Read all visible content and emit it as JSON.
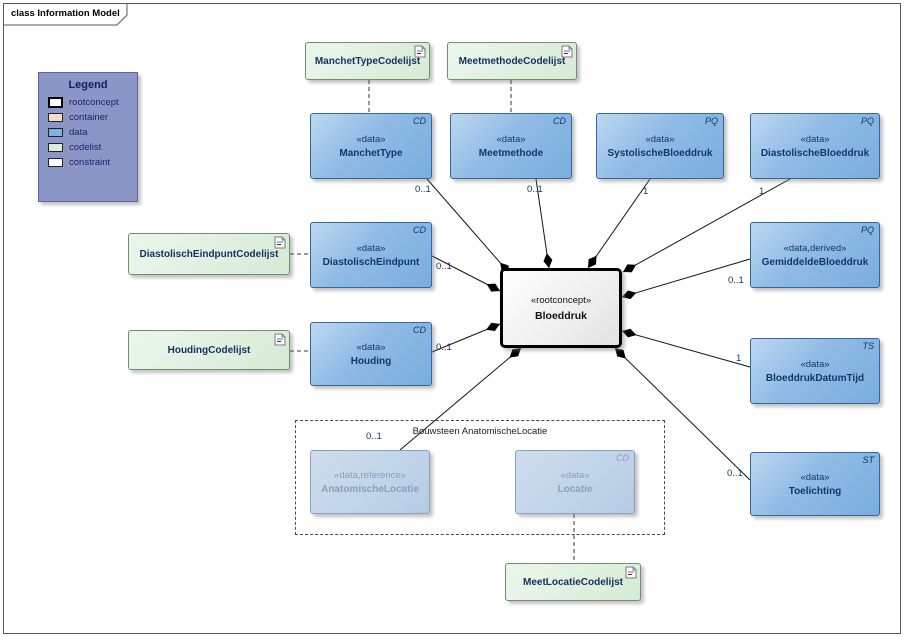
{
  "frame": {
    "title": "class Information Model"
  },
  "legend": {
    "title": "Legend",
    "items": [
      {
        "label": "rootconcept",
        "color": "#ffffff"
      },
      {
        "label": "container",
        "color": "#f2dfc8"
      },
      {
        "label": "data",
        "color": "#7fb2e0"
      },
      {
        "label": "codelist",
        "color": "#d8ecd8"
      },
      {
        "label": "constraint",
        "color": "#fdfdfd"
      }
    ]
  },
  "root_concept": {
    "stereotype": "«rootconcept»",
    "name": "Bloeddruk"
  },
  "nodes": {
    "manchettype": {
      "stereotype": "«data»",
      "name": "ManchetType",
      "type": "CD"
    },
    "meetmethode": {
      "stereotype": "«data»",
      "name": "Meetmethode",
      "type": "CD"
    },
    "systolischebloeddruk": {
      "stereotype": "«data»",
      "name": "SystolischeBloeddruk",
      "type": "PQ"
    },
    "diastolischebloeddruk": {
      "stereotype": "«data»",
      "name": "DiastolischeBloeddruk",
      "type": "PQ"
    },
    "diastolischeindpunt": {
      "stereotype": "«data»",
      "name": "DiastolischEindpunt",
      "type": "CD"
    },
    "gemiddeldebloeddruk": {
      "stereotype": "«data,derived»",
      "name": "GemiddeldeBloeddruk",
      "type": "PQ"
    },
    "houding": {
      "stereotype": "«data»",
      "name": "Houding",
      "type": "CD"
    },
    "bloeddrukdatumtijd": {
      "stereotype": "«data»",
      "name": "BloeddrukDatumTijd",
      "type": "TS"
    },
    "toelichting": {
      "stereotype": "«data»",
      "name": "Toelichting",
      "type": "ST"
    },
    "anatomischelocatie": {
      "stereotype": "«data,reference»",
      "name": "AnatomischeLocatie",
      "type": ""
    },
    "locatie": {
      "stereotype": "«data»",
      "name": "Locatie",
      "type": "CD"
    }
  },
  "codelists": {
    "manchettype": {
      "name": "ManchetTypeCodelijst"
    },
    "meetmethode": {
      "name": "MeetmethodeCodelijst"
    },
    "diastolischeindpunt": {
      "name": "DiastolischEindpuntCodelijst"
    },
    "houding": {
      "name": "HoudingCodelijst"
    },
    "meetlocatie": {
      "name": "MeetLocatieCodelijst"
    }
  },
  "container_box": {
    "label": "Bouwsteen AnatomischeLocatie"
  },
  "multiplicities": {
    "manchettype": "0..1",
    "meetmethode": "0..1",
    "systolischebloeddruk": "1",
    "diastolischebloeddruk": "1",
    "diastolischeindpunt": "0..1",
    "gemiddeldebloeddruk": "0..1",
    "houding": "0..1",
    "bloeddrukdatumtijd": "1",
    "toelichting": "0..1",
    "anatomischelocatie": "0..1"
  },
  "icons": {
    "document": "document-icon"
  },
  "colors": {
    "data_fill": "#7fb2e0",
    "codelist_fill": "#d8ecd8",
    "legend_fill": "#8c96c6",
    "rootconcept_border": "#000000",
    "connector": "#151515"
  }
}
